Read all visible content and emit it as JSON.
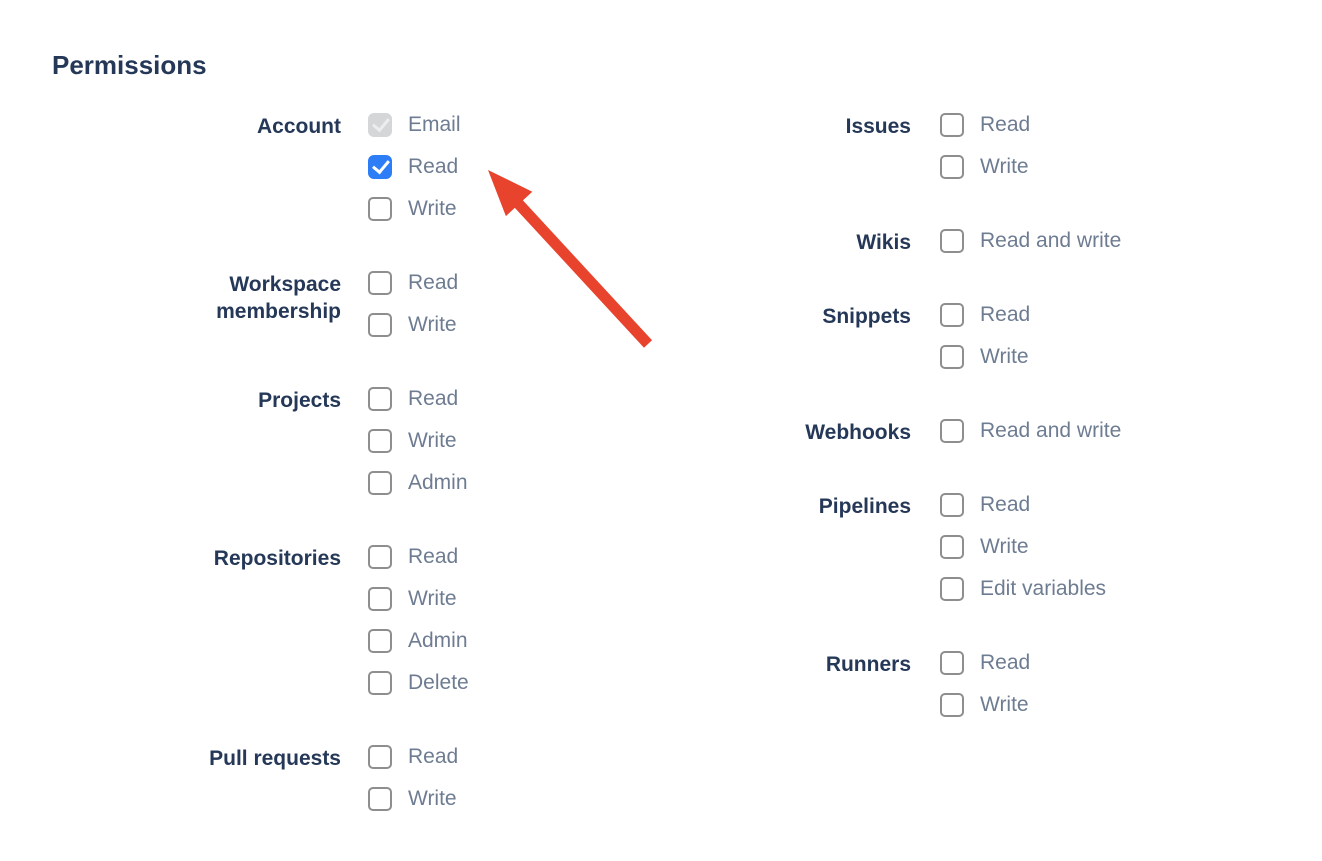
{
  "page": {
    "heading": "Permissions"
  },
  "permissions": {
    "columns": [
      {
        "side": "left",
        "groups": [
          {
            "label": "Account",
            "options": [
              {
                "label": "Email",
                "state": "disabled-checked"
              },
              {
                "label": "Read",
                "state": "checked"
              },
              {
                "label": "Write",
                "state": "unchecked"
              }
            ]
          },
          {
            "label": "Workspace membership",
            "options": [
              {
                "label": "Read",
                "state": "unchecked"
              },
              {
                "label": "Write",
                "state": "unchecked"
              }
            ]
          },
          {
            "label": "Projects",
            "options": [
              {
                "label": "Read",
                "state": "unchecked"
              },
              {
                "label": "Write",
                "state": "unchecked"
              },
              {
                "label": "Admin",
                "state": "unchecked"
              }
            ]
          },
          {
            "label": "Repositories",
            "options": [
              {
                "label": "Read",
                "state": "unchecked"
              },
              {
                "label": "Write",
                "state": "unchecked"
              },
              {
                "label": "Admin",
                "state": "unchecked"
              },
              {
                "label": "Delete",
                "state": "unchecked"
              }
            ]
          },
          {
            "label": "Pull requests",
            "options": [
              {
                "label": "Read",
                "state": "unchecked"
              },
              {
                "label": "Write",
                "state": "unchecked"
              }
            ]
          }
        ]
      },
      {
        "side": "right",
        "groups": [
          {
            "label": "Issues",
            "options": [
              {
                "label": "Read",
                "state": "unchecked"
              },
              {
                "label": "Write",
                "state": "unchecked"
              }
            ]
          },
          {
            "label": "Wikis",
            "options": [
              {
                "label": "Read and write",
                "state": "unchecked"
              }
            ]
          },
          {
            "label": "Snippets",
            "options": [
              {
                "label": "Read",
                "state": "unchecked"
              },
              {
                "label": "Write",
                "state": "unchecked"
              }
            ]
          },
          {
            "label": "Webhooks",
            "options": [
              {
                "label": "Read and write",
                "state": "unchecked"
              }
            ]
          },
          {
            "label": "Pipelines",
            "options": [
              {
                "label": "Read",
                "state": "unchecked"
              },
              {
                "label": "Write",
                "state": "unchecked"
              },
              {
                "label": "Edit variables",
                "state": "unchecked"
              }
            ]
          },
          {
            "label": "Runners",
            "options": [
              {
                "label": "Read",
                "state": "unchecked"
              },
              {
                "label": "Write",
                "state": "unchecked"
              }
            ]
          }
        ]
      }
    ]
  },
  "annotation": {
    "arrow_color": "#E8432C"
  },
  "colors": {
    "heading": "#253858",
    "group_label": "#253858",
    "option_label": "#6E7C92",
    "checkbox_checked_bg": "#2D7DF6",
    "checkbox_disabled_bg": "#D5D6D8",
    "checkbox_border": "#8E8E8E",
    "check_mark": "#FFFFFF",
    "check_mark_disabled": "#ECEDEE"
  }
}
